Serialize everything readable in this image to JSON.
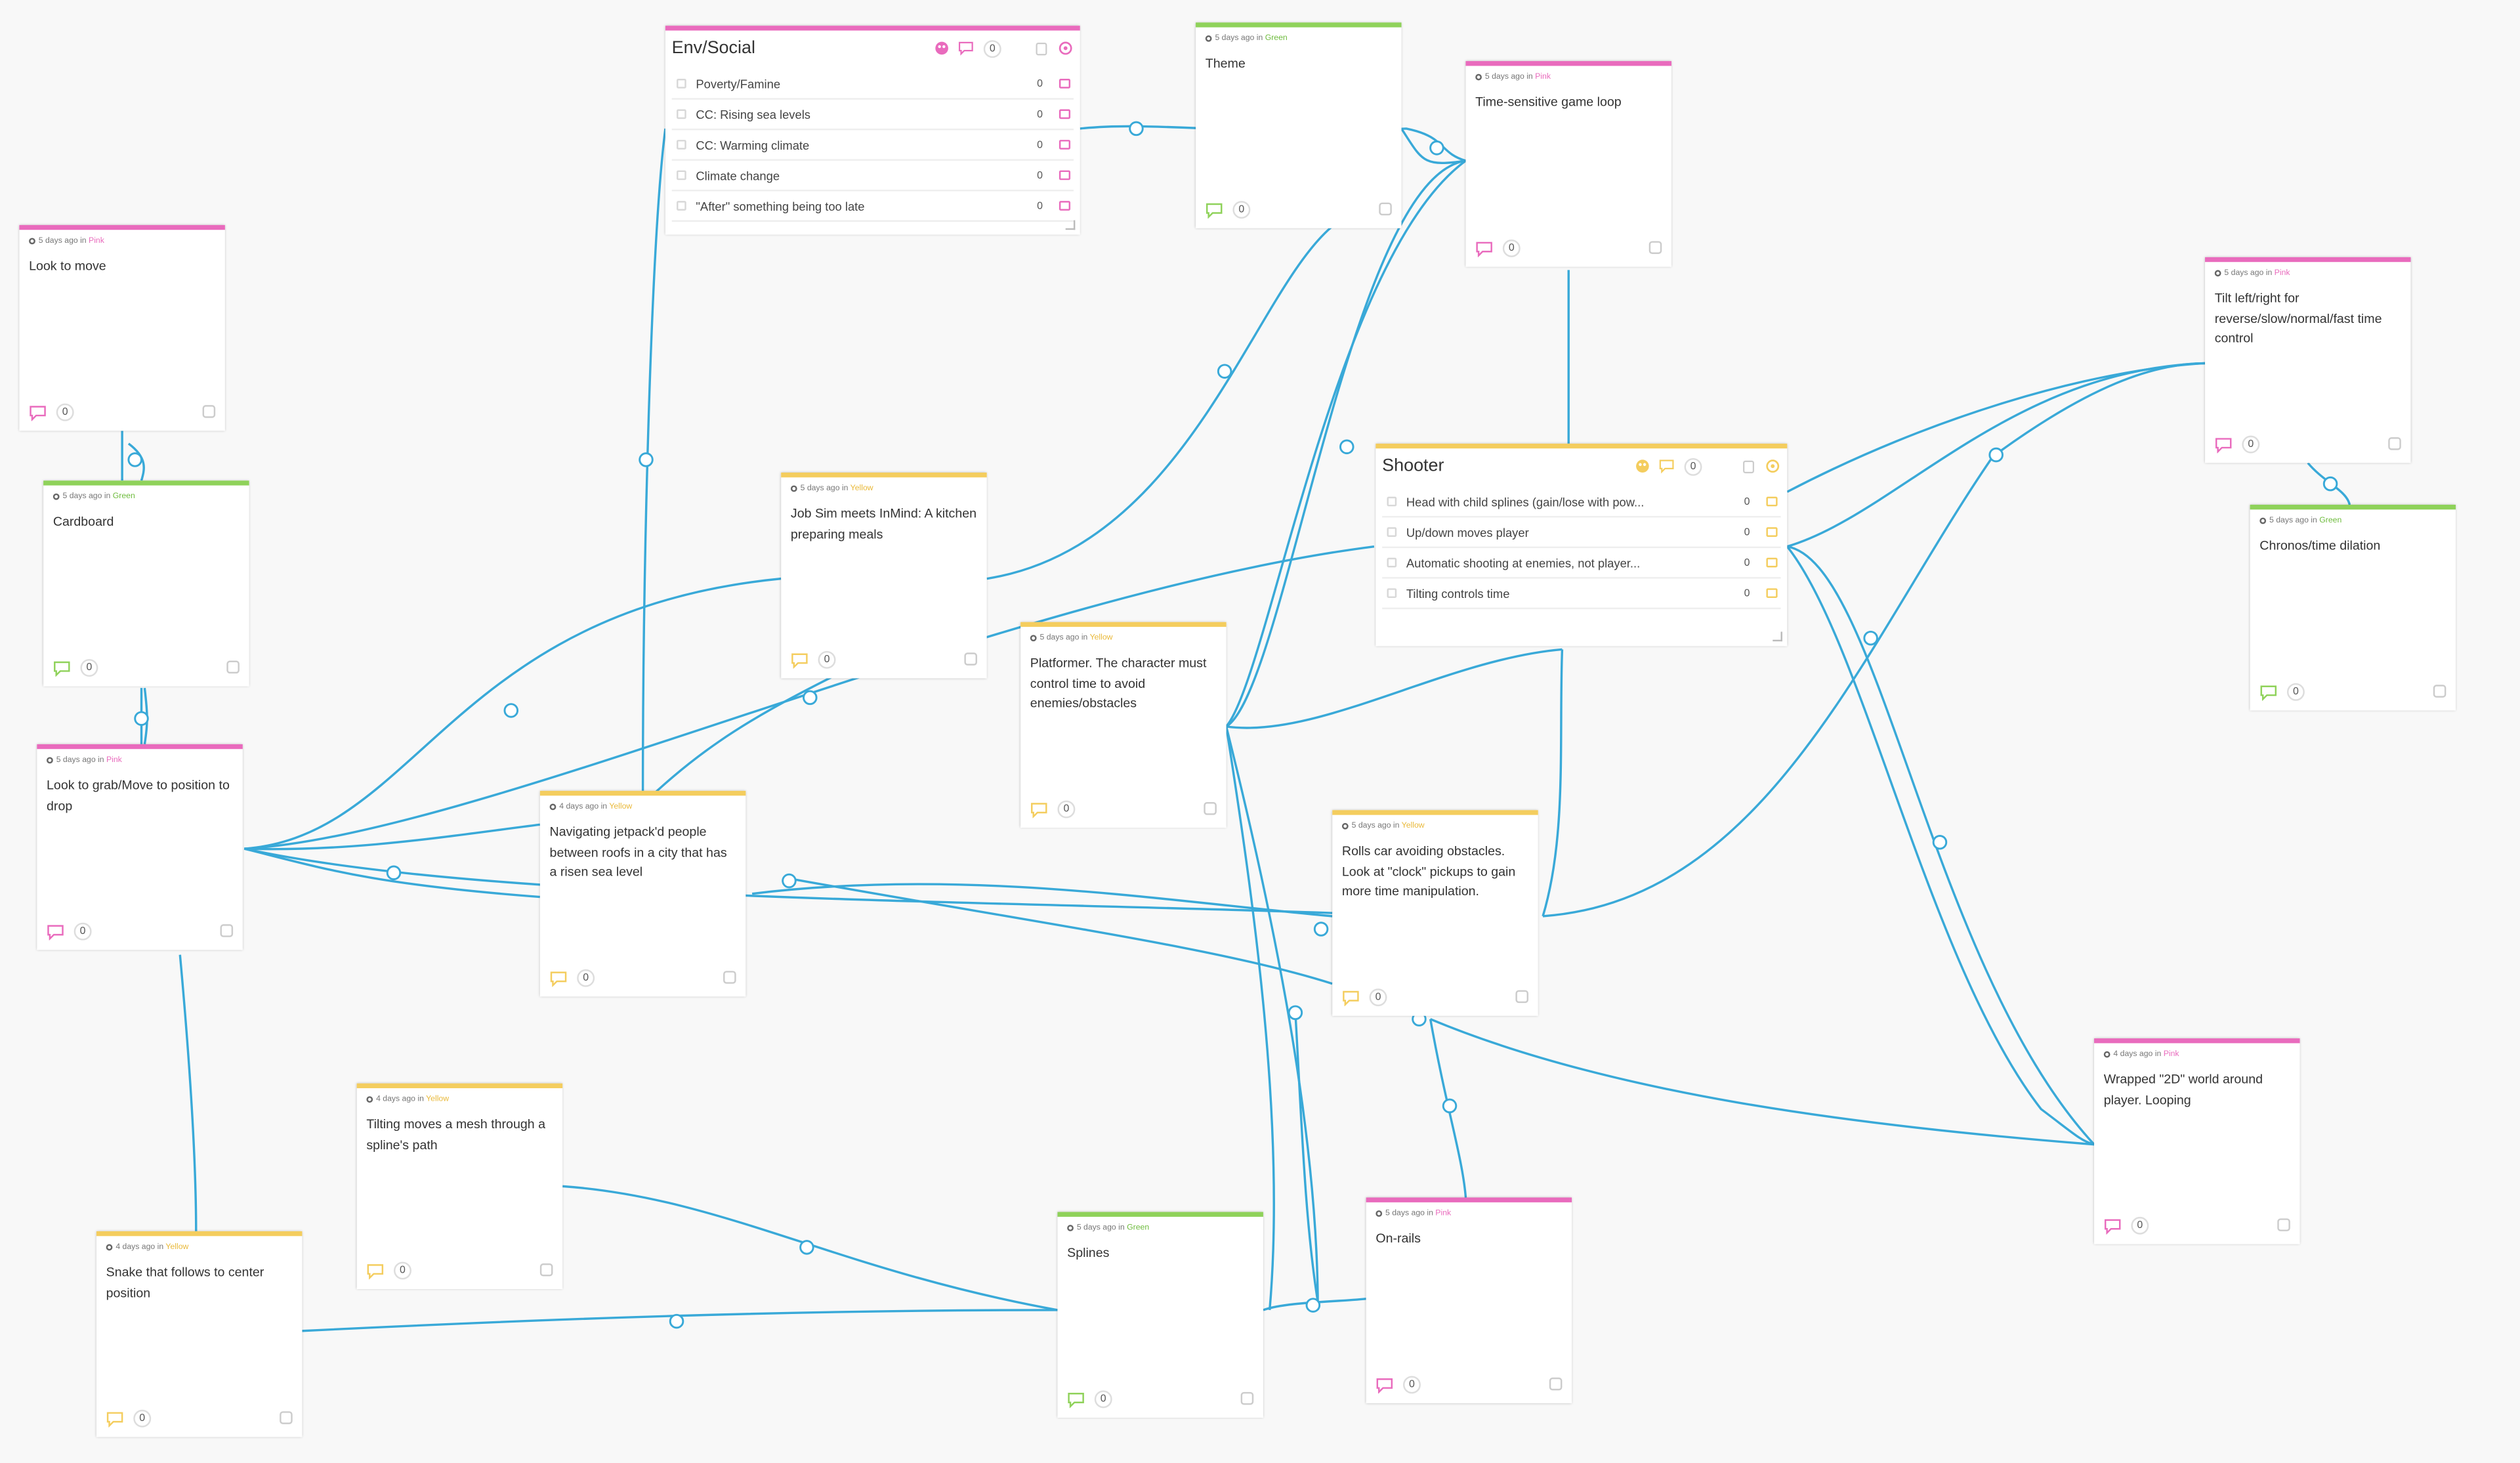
{
  "colors": {
    "pink": "#e96bbd",
    "yellow": "#f4cd5e",
    "green": "#8fd25a",
    "wire": "#39a9d8",
    "background": "#f8f8f8"
  },
  "icons": {
    "meta": "clock-icon",
    "comment": "comment-bubble-icon",
    "delete": "trash-icon",
    "settings": "gear-icon",
    "palette": "palette-icon"
  },
  "lists": [
    {
      "id": "env",
      "title": "Env/Social",
      "color": "pink",
      "items": [
        {
          "text": "Poverty/Famine",
          "count": "0"
        },
        {
          "text": "CC: Rising sea levels",
          "count": "0"
        },
        {
          "text": "CC: Warming climate",
          "count": "0"
        },
        {
          "text": "Climate change",
          "count": "0"
        },
        {
          "text": "\"After\" something being too late",
          "count": "0"
        }
      ],
      "header_count": "0"
    },
    {
      "id": "shooter",
      "title": "Shooter",
      "color": "yellow",
      "items": [
        {
          "text": "Head with child splines (gain/lose with pow...",
          "count": "0"
        },
        {
          "text": "Up/down moves player",
          "count": "0"
        },
        {
          "text": "Automatic shooting at enemies, not player...",
          "count": "0"
        },
        {
          "text": "Tilting controls time",
          "count": "0"
        }
      ],
      "header_count": "0"
    }
  ],
  "cards": [
    {
      "id": "look-move",
      "meta": "5 days ago in",
      "tag": "Pink",
      "color": "pink",
      "text": "Look to move",
      "comments": "0"
    },
    {
      "id": "cardboard",
      "meta": "5 days ago in",
      "tag": "Green",
      "color": "green",
      "text": "Cardboard",
      "comments": "0"
    },
    {
      "id": "look-grab",
      "meta": "5 days ago in",
      "tag": "Pink",
      "color": "pink",
      "text": "Look to grab/Move to position to drop",
      "comments": "0"
    },
    {
      "id": "theme",
      "meta": "5 days ago in",
      "tag": "Green",
      "color": "green",
      "text": "Theme",
      "comments": "0"
    },
    {
      "id": "time-loop",
      "meta": "5 days ago in",
      "tag": "Pink",
      "color": "pink",
      "text": "Time-sensitive game loop",
      "comments": "0"
    },
    {
      "id": "job-sim",
      "meta": "5 days ago in",
      "tag": "Yellow",
      "color": "yellow",
      "text": "Job Sim meets InMind: A kitchen preparing meals",
      "comments": "0"
    },
    {
      "id": "platformer",
      "meta": "5 days ago in",
      "tag": "Yellow",
      "color": "yellow",
      "text": "Platformer. The character must control time to avoid enemies/obstacles",
      "comments": "0"
    },
    {
      "id": "jetpack",
      "meta": "4 days ago in",
      "tag": "Yellow",
      "color": "yellow",
      "text": "Navigating jetpack'd people between roofs in a city that has a risen sea level",
      "comments": "0"
    },
    {
      "id": "tilt-lr",
      "meta": "5 days ago in",
      "tag": "Pink",
      "color": "pink",
      "text": "Tilt left/right for reverse/slow/normal/fast time control",
      "comments": "0"
    },
    {
      "id": "chronos",
      "meta": "5 days ago in",
      "tag": "Green",
      "color": "green",
      "text": "Chronos/time dilation",
      "comments": "0"
    },
    {
      "id": "rolls-car",
      "meta": "5 days ago in",
      "tag": "Yellow",
      "color": "yellow",
      "text": "Rolls car avoiding obstacles. Look at \"clock\" pickups to gain more time manipulation.",
      "comments": "0"
    },
    {
      "id": "tilting-mesh",
      "meta": "4 days ago in",
      "tag": "Yellow",
      "color": "yellow",
      "text": "Tilting moves a mesh through a spline's path",
      "comments": "0"
    },
    {
      "id": "snake",
      "meta": "4 days ago in",
      "tag": "Yellow",
      "color": "yellow",
      "text": "Snake that follows to center position",
      "comments": "0"
    },
    {
      "id": "splines",
      "meta": "5 days ago in",
      "tag": "Green",
      "color": "green",
      "text": "Splines",
      "comments": "0"
    },
    {
      "id": "on-rails",
      "meta": "5 days ago in",
      "tag": "Pink",
      "color": "pink",
      "text": "On-rails",
      "comments": "0"
    },
    {
      "id": "wrapped-2d",
      "meta": "4 days ago in",
      "tag": "Pink",
      "color": "pink",
      "text": "Wrapped \"2D\" world around player. Looping",
      "comments": "0"
    }
  ]
}
